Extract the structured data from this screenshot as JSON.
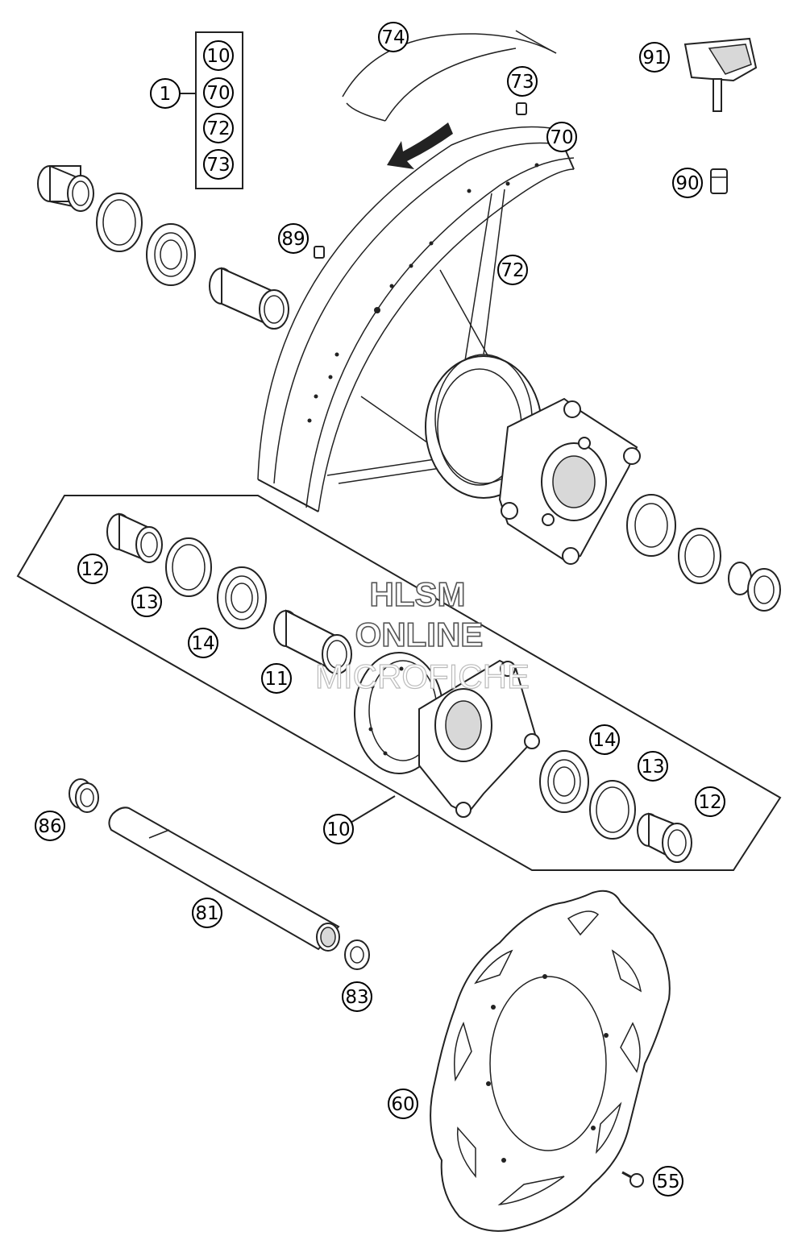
{
  "callouts": [
    {
      "id": "c1",
      "label": "1"
    },
    {
      "id": "c10a",
      "label": "10"
    },
    {
      "id": "c70a",
      "label": "70"
    },
    {
      "id": "c72a",
      "label": "72"
    },
    {
      "id": "c73a",
      "label": "73"
    },
    {
      "id": "c74",
      "label": "74"
    },
    {
      "id": "c73b",
      "label": "73"
    },
    {
      "id": "c70b",
      "label": "70"
    },
    {
      "id": "c72b",
      "label": "72"
    },
    {
      "id": "c89",
      "label": "89"
    },
    {
      "id": "c91",
      "label": "91"
    },
    {
      "id": "c90",
      "label": "90"
    },
    {
      "id": "c12a",
      "label": "12"
    },
    {
      "id": "c13a",
      "label": "13"
    },
    {
      "id": "c14a",
      "label": "14"
    },
    {
      "id": "c11",
      "label": "11"
    },
    {
      "id": "c14b",
      "label": "14"
    },
    {
      "id": "c13b",
      "label": "13"
    },
    {
      "id": "c12b",
      "label": "12"
    },
    {
      "id": "c10b",
      "label": "10"
    },
    {
      "id": "c86",
      "label": "86"
    },
    {
      "id": "c81",
      "label": "81"
    },
    {
      "id": "c83",
      "label": "83"
    },
    {
      "id": "c60",
      "label": "60"
    },
    {
      "id": "c55",
      "label": "55"
    }
  ],
  "watermark": {
    "line1": "HLSM",
    "line2": "ONLINE",
    "line3": "MICROFICHE"
  }
}
